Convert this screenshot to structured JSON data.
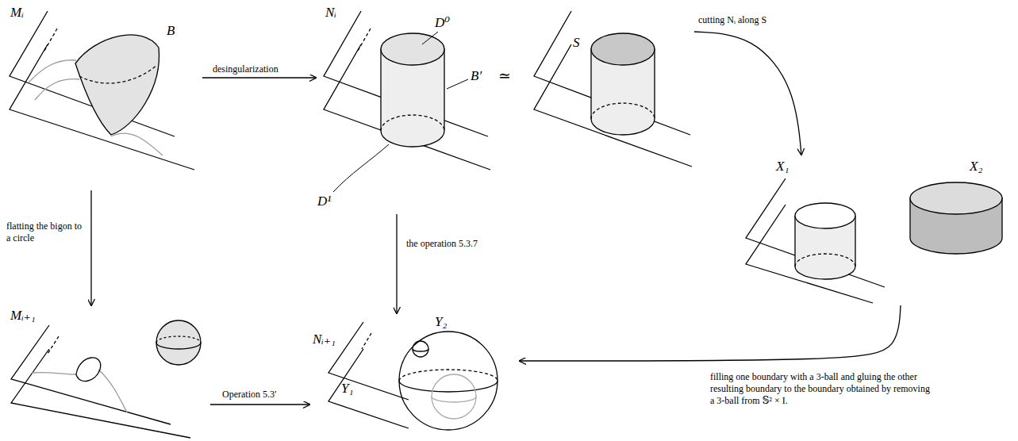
{
  "diagram": {
    "nodes": [
      {
        "text": [
          "Mᵢ",
          "B"
        ]
      },
      {
        "text": [
          "Nᵢ",
          "D⁰",
          "B′",
          "D¹"
        ]
      },
      {
        "text": [
          "S"
        ]
      },
      {
        "text": [
          "X₁",
          "X₂"
        ]
      },
      {
        "text": [
          "Mᵢ₊₁"
        ]
      },
      {
        "text": [
          "Nᵢ₊₁",
          "Y₁",
          "Y₂"
        ]
      }
    ],
    "edges": [
      {
        "from": 0,
        "to": 1,
        "arrow": "to",
        "label": "desingularization"
      },
      {
        "from": 2,
        "to": 3,
        "arrow": "to",
        "label": "cutting Nᵢ along S"
      },
      {
        "from": 0,
        "to": 4,
        "arrow": "to",
        "label": "flatting the bigon to a circle"
      },
      {
        "from": 1,
        "to": 5,
        "arrow": "to",
        "label": "the operation 5.3.7"
      },
      {
        "from": 4,
        "to": 5,
        "arrow": "to",
        "label": "Operation 5.3′"
      },
      {
        "from": 3,
        "to": 5,
        "arrow": "to",
        "label": "filling one boundary with a 3-ball and gluing the other resulting boundary to the boundary obtained by removing a 3-ball from 𝕊² × I."
      }
    ],
    "labels": [
      "≃"
    ]
  }
}
